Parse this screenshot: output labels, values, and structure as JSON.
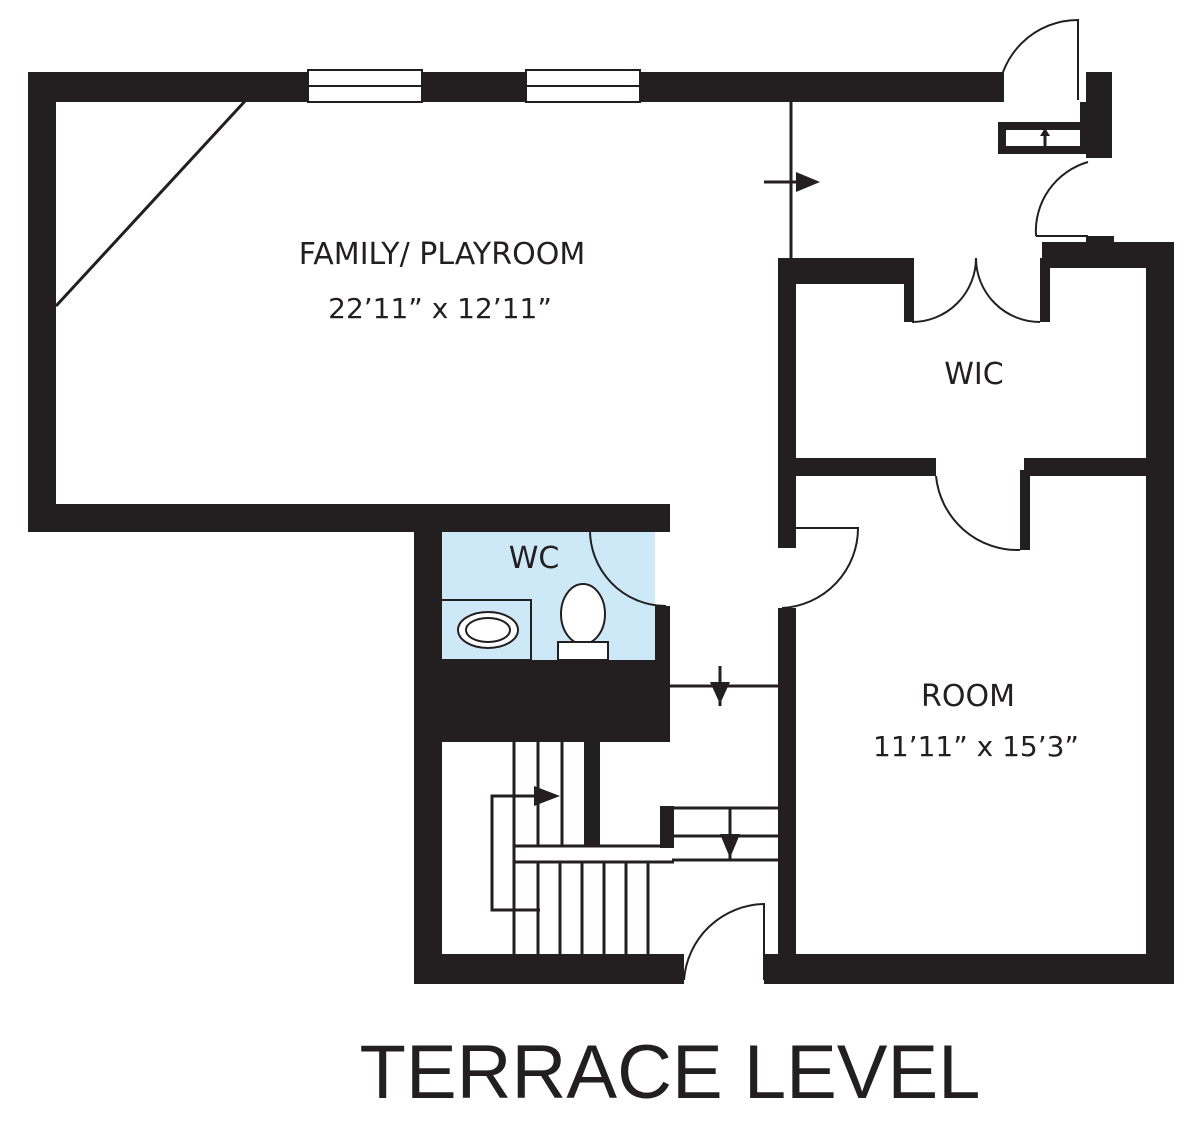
{
  "plan": {
    "title": "TERRACE LEVEL",
    "colors": {
      "wall": "#231f20",
      "wc_fill": "#cde9f7",
      "background": "#ffffff"
    },
    "rooms": [
      {
        "id": "family",
        "name": "FAMILY/ PLAYROOM",
        "dims": "22’11” x 12’11”"
      },
      {
        "id": "wic",
        "name": "WIC",
        "dims": ""
      },
      {
        "id": "wc",
        "name": "WC",
        "dims": ""
      },
      {
        "id": "room",
        "name": "ROOM",
        "dims": "11’11” x 15’3”"
      }
    ]
  }
}
